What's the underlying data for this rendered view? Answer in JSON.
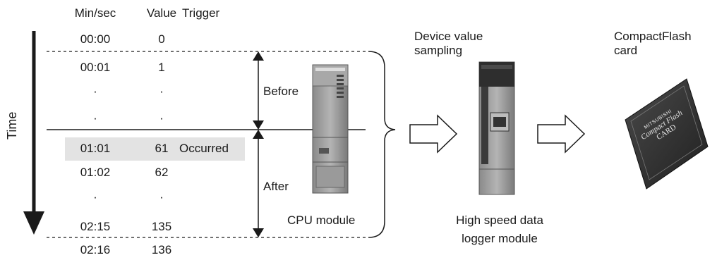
{
  "table": {
    "headers": [
      "Min/sec",
      "Value",
      "Trigger"
    ],
    "rows": [
      {
        "time": "00:00",
        "value": "0",
        "trigger": ""
      },
      {
        "time": "00:01",
        "value": "1",
        "trigger": ""
      },
      {
        "time": "·",
        "value": "·",
        "trigger": ""
      },
      {
        "time": "·",
        "value": "·",
        "trigger": ""
      },
      {
        "time": "01:01",
        "value": "61",
        "trigger": "Occurred"
      },
      {
        "time": "01:02",
        "value": "62",
        "trigger": ""
      },
      {
        "time": "·",
        "value": "·",
        "trigger": ""
      },
      {
        "time": "02:15",
        "value": "135",
        "trigger": ""
      },
      {
        "time": "02:16",
        "value": "136",
        "trigger": ""
      }
    ]
  },
  "labels": {
    "time_axis": "Time",
    "before": "Before",
    "after": "After",
    "cpu_module": "CPU module",
    "sampling_line1": "Device value",
    "sampling_line2": "sampling",
    "logger_line1": "High speed data",
    "logger_line2": "logger module",
    "card_line1": "CompactFlash",
    "card_line2": "card"
  },
  "card_print": {
    "brand": "MITSUBISHI",
    "line1": "Compact Flash",
    "line2": "CARD"
  }
}
